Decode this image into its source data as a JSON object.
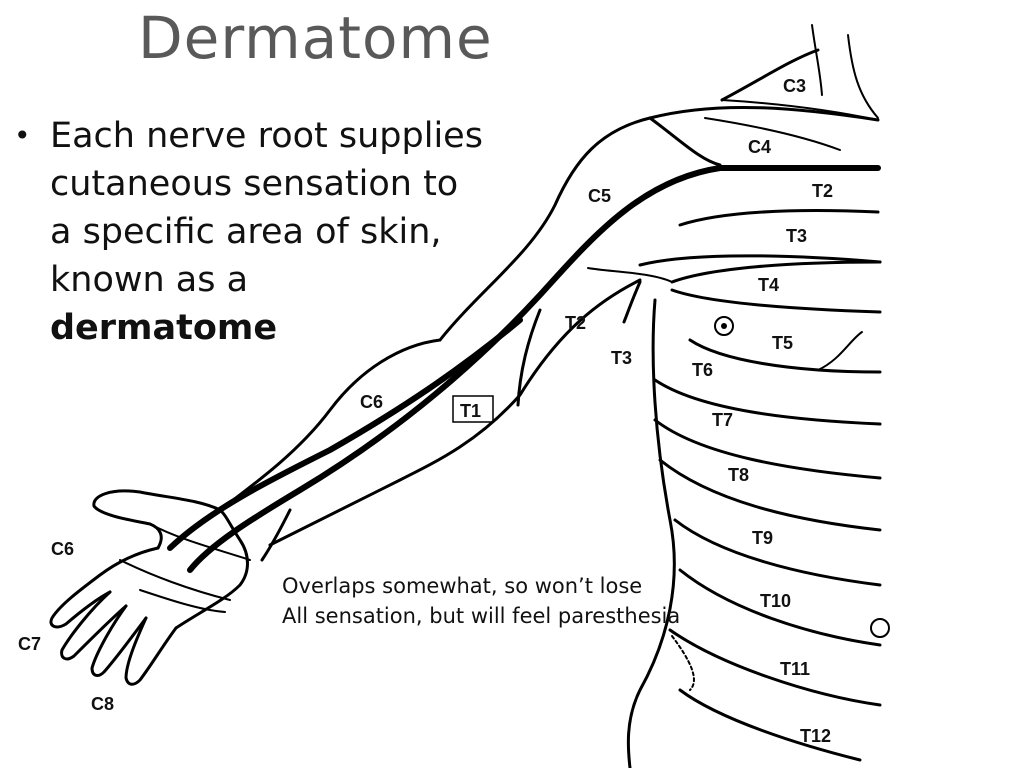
{
  "slide": {
    "title": "Dermatome",
    "bullet": {
      "text": "Each nerve root supplies cutaneous sensation to a specific area of skin, known as a ",
      "bold": "dermatome"
    },
    "note": {
      "line1": "Overlaps somewhat, so won’t lose",
      "line2": "All sensation, but will feel paresthesia"
    }
  },
  "diagram": {
    "labels": {
      "c3": "C3",
      "c4": "C4",
      "c5": "C5",
      "t2_chest": "T2",
      "t3_chest": "T3",
      "t4": "T4",
      "t5": "T5",
      "t2_arm": "T2",
      "t3_arm": "T3",
      "t6": "T6",
      "c6_arm": "C6",
      "t1": "T1",
      "t7": "T7",
      "t8": "T8",
      "c6_hand": "C6",
      "t9": "T9",
      "c7": "C7",
      "t10": "T10",
      "t11": "T11",
      "c8": "C8",
      "t12": "T12"
    }
  }
}
